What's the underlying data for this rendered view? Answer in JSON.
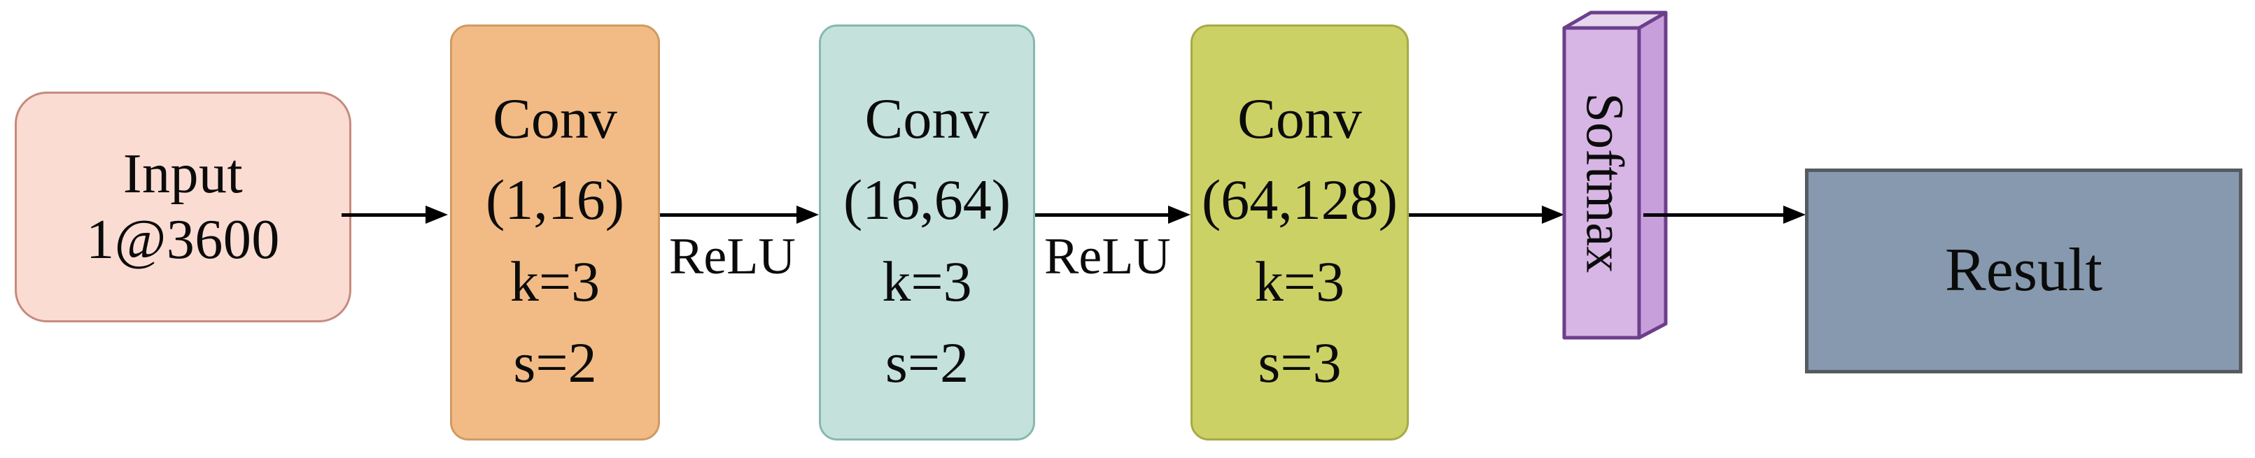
{
  "diagram": {
    "title": "1D CNN architecture pipeline",
    "orientation": "left-to-right",
    "background": "#ffffff",
    "nodes": [
      {
        "id": "input",
        "name": "input-block",
        "shape": "rounded-rectangle",
        "lines": [
          "Input",
          "1@3600"
        ],
        "fill": "#fbdcd3",
        "stroke": "#c58b7d"
      },
      {
        "id": "conv1",
        "name": "conv-block-1",
        "shape": "rounded-rectangle",
        "lines": [
          "Conv",
          "(1,16)",
          "k=3",
          "s=2"
        ],
        "fill": "#f2bb85",
        "stroke": "#d09a64"
      },
      {
        "id": "conv2",
        "name": "conv-block-2",
        "shape": "rounded-rectangle",
        "lines": [
          "Conv",
          "(16,64)",
          "k=3",
          "s=2"
        ],
        "fill": "#c4e2db",
        "stroke": "#86b9b0"
      },
      {
        "id": "conv3",
        "name": "conv-block-3",
        "shape": "rounded-rectangle",
        "lines": [
          "Conv",
          "(64,128)",
          "k=3",
          "s=3"
        ],
        "fill": "#ccd166",
        "stroke": "#a7aa45"
      },
      {
        "id": "softmax",
        "name": "softmax-block",
        "shape": "3d-prism",
        "label": "Softmax",
        "label_rotation": "90deg",
        "fill": "#d7b5e4",
        "fill_top": "#e6d6ee",
        "fill_side": "#c79fdb",
        "stroke": "#6c3f8d"
      },
      {
        "id": "result",
        "name": "result-block",
        "shape": "rectangle",
        "label": "Result",
        "fill": "#8699ae",
        "stroke": "#555b60"
      }
    ],
    "edges": [
      {
        "id": "e1",
        "from": "input",
        "to": "conv1",
        "label": ""
      },
      {
        "id": "e2",
        "from": "conv1",
        "to": "conv2",
        "label": "ReLU"
      },
      {
        "id": "e3",
        "from": "conv2",
        "to": "conv3",
        "label": "ReLU"
      },
      {
        "id": "e4",
        "from": "conv3",
        "to": "softmax",
        "label": ""
      },
      {
        "id": "e5",
        "from": "softmax",
        "to": "result",
        "label": ""
      }
    ],
    "edge_color": "#000000"
  }
}
